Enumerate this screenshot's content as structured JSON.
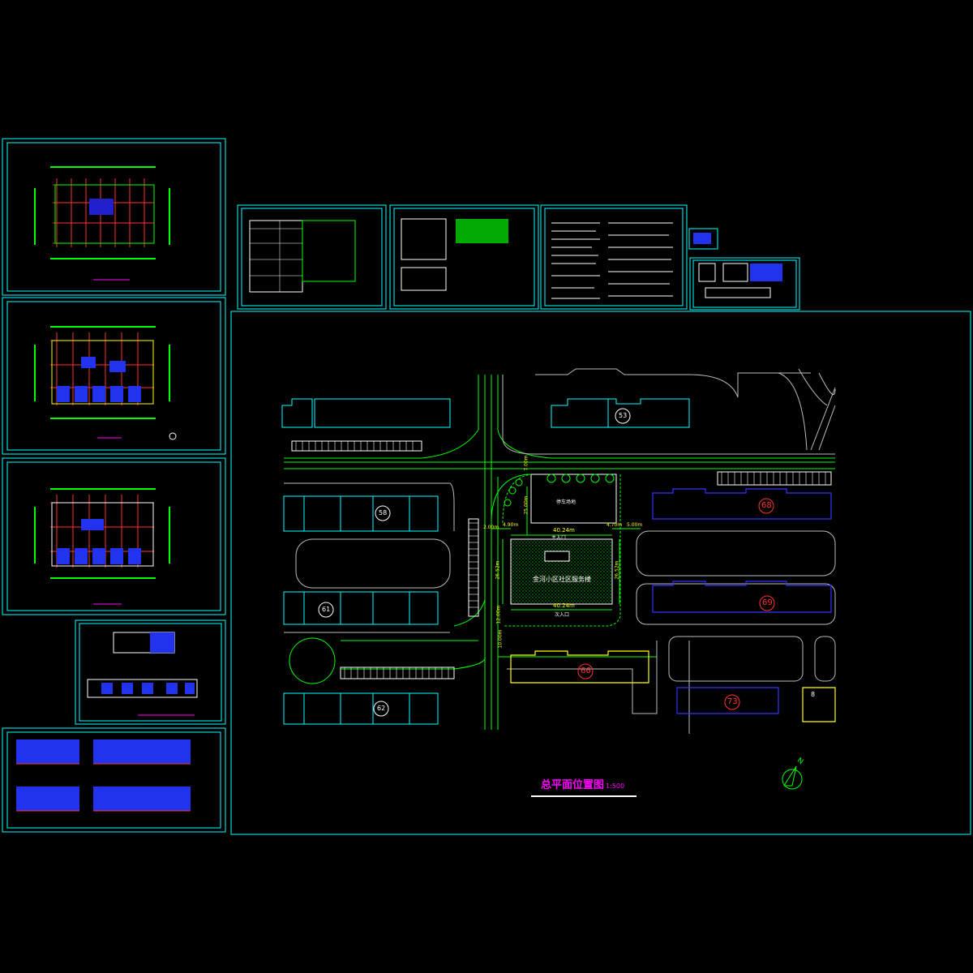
{
  "site_plan": {
    "title": "总平面位置图",
    "scale": "1:500",
    "building_label": "金河小区社区服务楼",
    "main_entrance": "主入口",
    "entrance": "次入口",
    "parking_label": "停车场地",
    "north_label": "N",
    "dimensions": {
      "top_width": "40.24m",
      "bottom_width": "40.24m",
      "left_offset": "4.90m",
      "right_offset": "4.70m",
      "right_gap": "5.00m",
      "road_offset": "2.00m",
      "height_left": "26.52m",
      "height_right": "26.52m",
      "north_depth": "25.00m",
      "south_gap": "12.00m",
      "south_small": "10.00m",
      "corner": "7.00m"
    },
    "block_numbers": {
      "b53": "53",
      "b58": "58",
      "b61": "61",
      "b62": "62",
      "b66": "66",
      "b68": "68",
      "b69": "69",
      "b73": "73",
      "b8": "8"
    }
  },
  "colors": {
    "frame": "#00ffff",
    "road": "#00ff00",
    "building": "#00ffff",
    "highlight": "#ff6666",
    "blue": "#3333ff",
    "yellow": "#ffff00",
    "title": "#ff00ff",
    "red": "#ff3333",
    "hatch": "#00cc00"
  }
}
